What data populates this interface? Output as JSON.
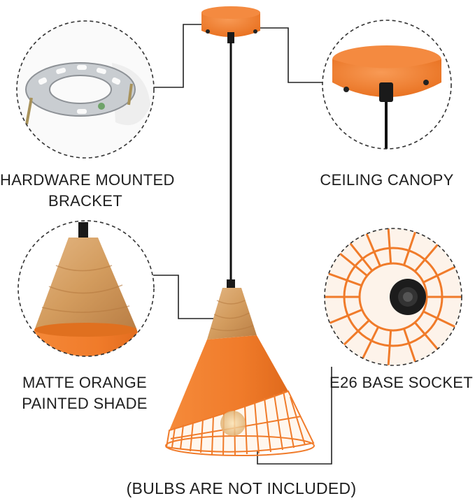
{
  "labels": {
    "hardware_line1": "HARDWARE MOUNTED",
    "hardware_line2": "BRACKET",
    "canopy": "CEILING CANOPY",
    "shade_line1": "MATTE ORANGE",
    "shade_line2": "PAINTED SHADE",
    "socket": "E26 BASE SOCKET",
    "note": "(BULBS ARE NOT INCLUDED)"
  },
  "colors": {
    "orange": "#f07b2a",
    "wood": "#d9a56c",
    "cord": "#111111",
    "connector_line": "#222222",
    "background": "#ffffff"
  }
}
